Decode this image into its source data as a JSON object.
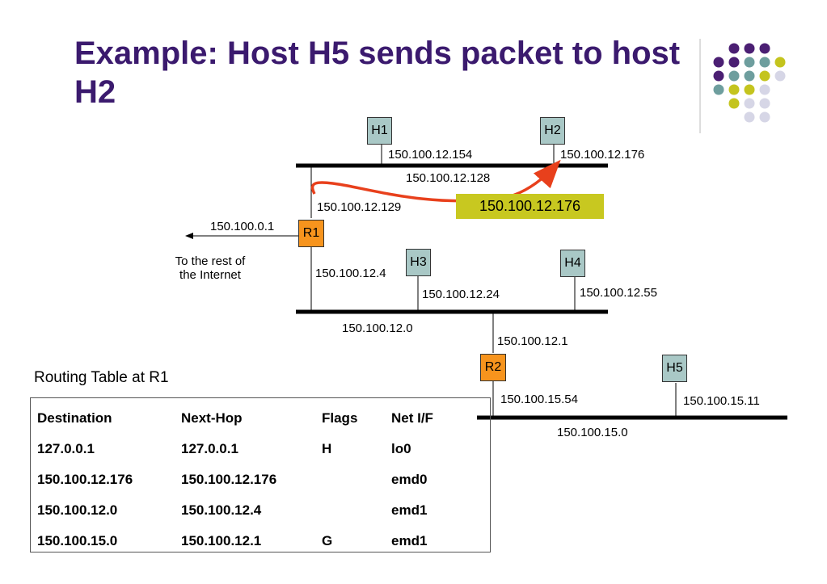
{
  "slide": {
    "title": "Example:  Host H5 sends packet to host H2"
  },
  "diagram": {
    "hosts": {
      "h1": "H1",
      "h2": "H2",
      "h3": "H3",
      "h4": "H4",
      "h5": "H5"
    },
    "routers": {
      "r1": "R1",
      "r2": "R2"
    },
    "labels": {
      "h1_addr": "150.100.12.154",
      "h2_addr": "150.100.12.176",
      "net_top": "150.100.12.128",
      "r1_top_addr": "150.100.12.129",
      "r1_ext_addr": "150.100.0.1",
      "internet_line1": "To the rest of",
      "internet_line2": "the Internet",
      "r1_mid_addr": "150.100.12.4",
      "h3_addr": "150.100.12.24",
      "h4_addr": "150.100.12.55",
      "net_mid": "150.100.12.0",
      "r2_mid_addr": "150.100.12.1",
      "r2_bot_addr": "150.100.15.54",
      "h5_addr": "150.100.15.11",
      "net_bot": "150.100.15.0"
    },
    "highlight_address": "150.100.12.176",
    "colors": {
      "title": "#3b1a6e",
      "host_fill": "#a9c8c6",
      "router_fill": "#f7941d",
      "highlight_fill": "#c8c820",
      "path_arrow": "#e8401c"
    }
  },
  "routing_table": {
    "title": "Routing Table at R1",
    "headers": [
      "Destination",
      "Next-Hop",
      "Flags",
      "Net I/F"
    ],
    "rows": [
      [
        "127.0.0.1",
        "127.0.0.1",
        "H",
        "lo0"
      ],
      [
        "150.100.12.176",
        "150.100.12.176",
        "",
        "emd0"
      ],
      [
        "150.100.12.0",
        "150.100.12.4",
        "",
        "emd1"
      ],
      [
        "150.100.15.0",
        "150.100.12.1",
        "G",
        "emd1"
      ]
    ]
  }
}
